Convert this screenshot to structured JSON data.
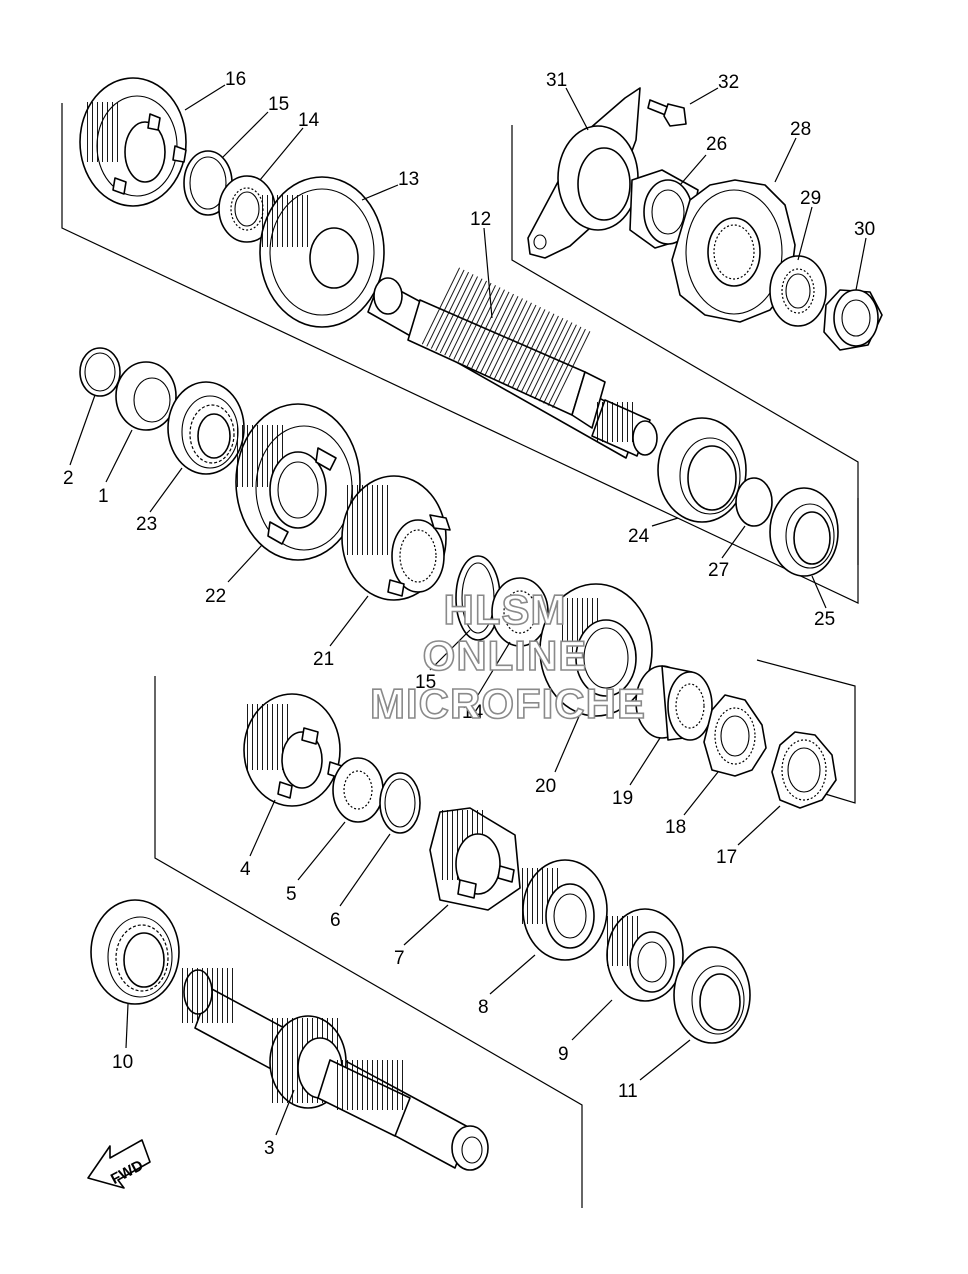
{
  "watermark": {
    "lines": [
      "HLSM",
      "ONLINE",
      "MICROFICHE"
    ],
    "color": "#8a8a8a"
  },
  "direction_arrow": {
    "label": "FWD",
    "icon": "fwd-arrow-icon"
  },
  "callouts": [
    "1",
    "2",
    "3",
    "4",
    "5",
    "6",
    "7",
    "8",
    "9",
    "10",
    "11",
    "12",
    "13",
    "14",
    "15",
    "16",
    "17",
    "18",
    "19",
    "20",
    "21",
    "22",
    "23",
    "24",
    "25",
    "26",
    "27",
    "28",
    "29",
    "30",
    "31",
    "32",
    "14",
    "15"
  ]
}
